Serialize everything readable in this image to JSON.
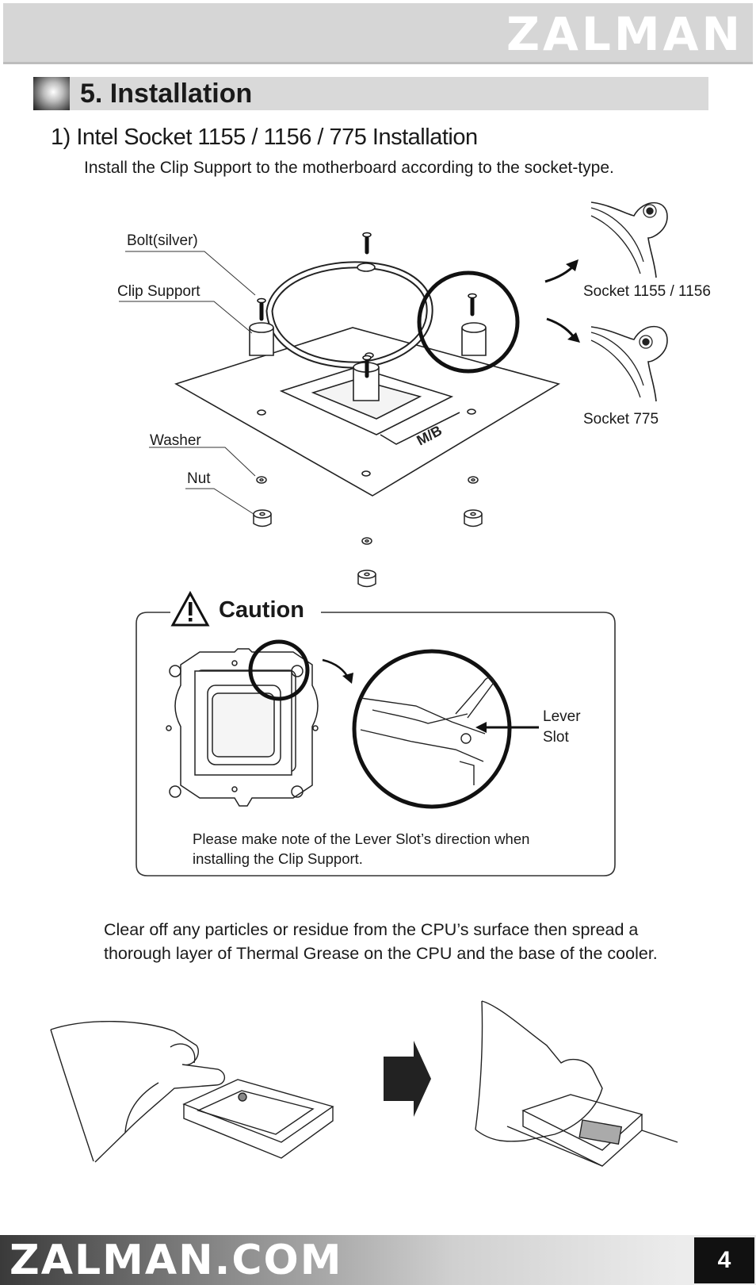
{
  "header": {
    "brand": "ZALMAN"
  },
  "section": {
    "title": "5. Installation"
  },
  "subsection": {
    "title": "1) Intel Socket 1155 / 1156 / 775 Installation"
  },
  "instruction_1": "Install the Clip Support to the motherboard according to the socket-type.",
  "diagram_labels": {
    "bolt": "Bolt(silver)",
    "clip_support": "Clip Support",
    "washer": "Washer",
    "nut": "Nut",
    "socket_1155": "Socket 1155 / 1156",
    "socket_775": "Socket 775",
    "mb": "M/B"
  },
  "caution": {
    "title": "Caution",
    "lever": "Lever",
    "slot": "Slot",
    "note_line_1": "Please make note of the Lever Slot’s direction when",
    "note_line_2": "installing the Clip Support."
  },
  "instruction_2": "Clear off any particles or residue from the CPU’s surface then spread a thorough layer of Thermal Grease on the CPU and the base of the cooler.",
  "footer": {
    "domain": "ZALMAN.COM",
    "page_number": "4"
  },
  "colors": {
    "header_band": "#d6d6d6",
    "section_bar": "#d9d9d9",
    "page_box": "#111111",
    "ink": "#1a1a1a"
  }
}
